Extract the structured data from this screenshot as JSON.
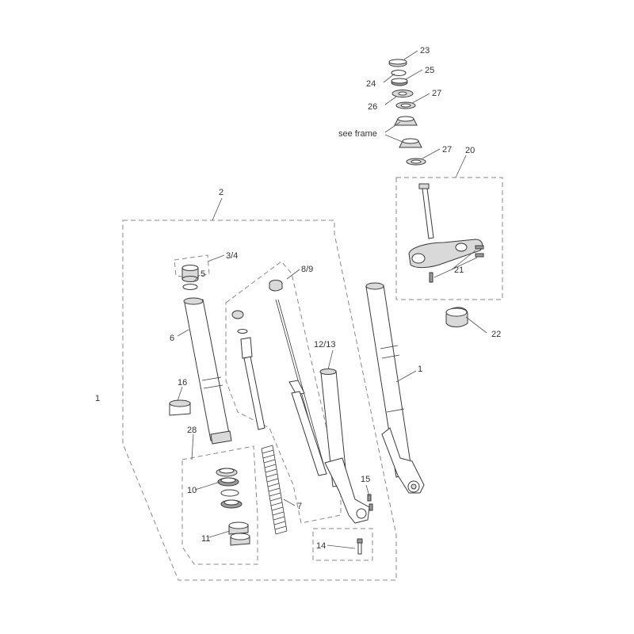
{
  "labels": {
    "l1": "1",
    "l2": "2",
    "l3_4": "3/4",
    "l5": "5",
    "l6": "6",
    "l7": "7",
    "l8_9": "8/9",
    "l10": "10",
    "l11": "11",
    "l12_13": "12/13",
    "l14": "14",
    "l15": "15",
    "l16": "16",
    "l20": "20",
    "l21": "21",
    "l22": "22",
    "l23": "23",
    "l24": "24",
    "l25": "25",
    "l26": "26",
    "l27a": "27",
    "l27b": "27",
    "l28": "28",
    "see_frame": "see frame",
    "margin_mark": "1"
  }
}
